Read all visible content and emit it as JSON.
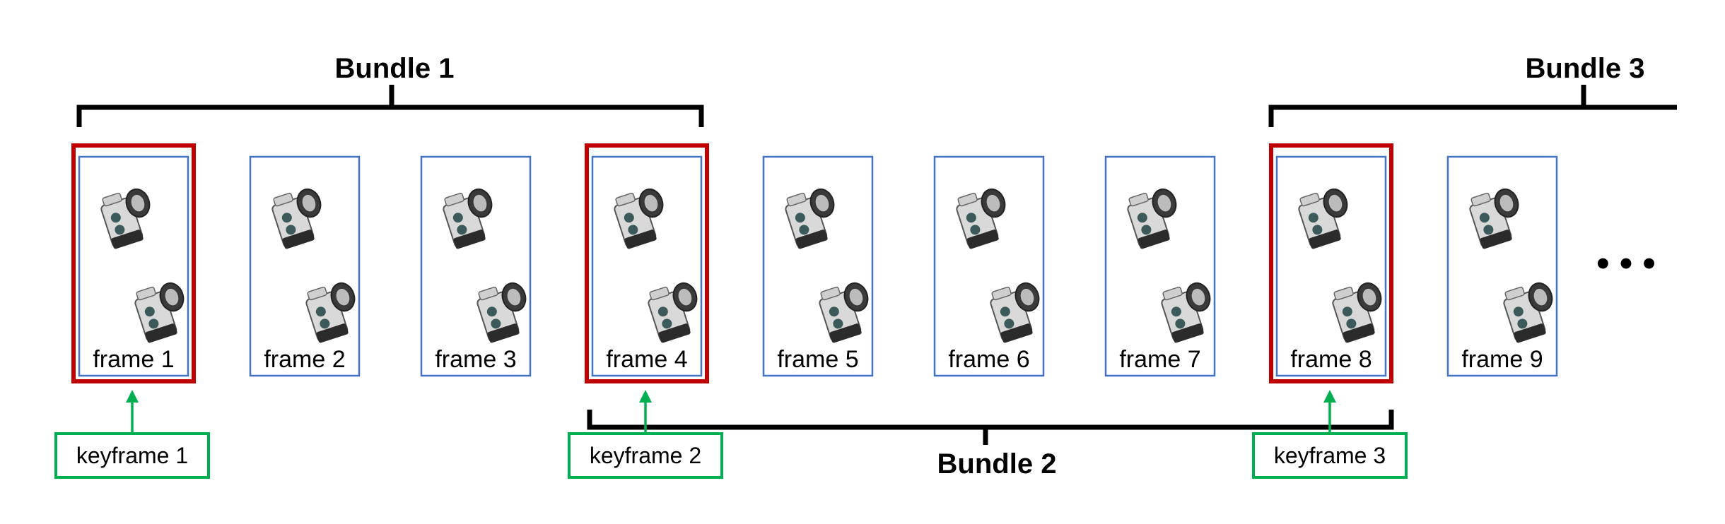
{
  "bundles": [
    {
      "label": "Bundle 1"
    },
    {
      "label": "Bundle 2"
    },
    {
      "label": "Bundle 3"
    }
  ],
  "frames": [
    {
      "label": "frame 1",
      "keyframe": true
    },
    {
      "label": "frame 2",
      "keyframe": false
    },
    {
      "label": "frame 3",
      "keyframe": false
    },
    {
      "label": "frame 4",
      "keyframe": true
    },
    {
      "label": "frame 5",
      "keyframe": false
    },
    {
      "label": "frame 6",
      "keyframe": false
    },
    {
      "label": "frame 7",
      "keyframe": false
    },
    {
      "label": "frame 8",
      "keyframe": true
    },
    {
      "label": "frame 9",
      "keyframe": false
    }
  ],
  "keyframes": [
    {
      "label": "keyframe 1",
      "frame": "frame 1"
    },
    {
      "label": "keyframe 2",
      "frame": "frame 4"
    },
    {
      "label": "keyframe 3",
      "frame": "frame 8"
    }
  ],
  "ellipsis": "• • •",
  "colors": {
    "frame_border": "#4472c4",
    "keyframe_highlight": "#c00000",
    "keyframe_box": "#00b050",
    "bracket": "#000000",
    "ellipsis": "#1f3864"
  }
}
